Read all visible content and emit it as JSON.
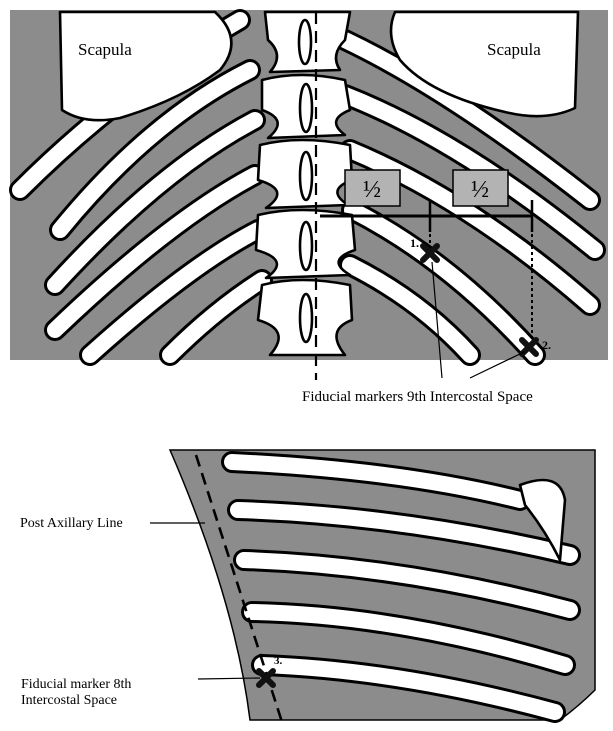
{
  "top_panel": {
    "label_scapula_left": "Scapula",
    "label_scapula_right": "Scapula",
    "half_label_1": "½",
    "half_label_2": "½",
    "marker_1_label": "1.",
    "marker_2_label": "2.",
    "caption": "Fiducial markers 9th Intercostal Space"
  },
  "bottom_panel": {
    "label_axillary_line": "Post Axillary Line",
    "marker_3_label": "3.",
    "caption_line1": "Fiducial marker 8th",
    "caption_line2": "Intercostal Space"
  },
  "colors": {
    "tissue_gray": "#8c8c8c",
    "bone_white": "#ffffff",
    "outline": "#000000",
    "half_box": "#b3b3b3"
  }
}
